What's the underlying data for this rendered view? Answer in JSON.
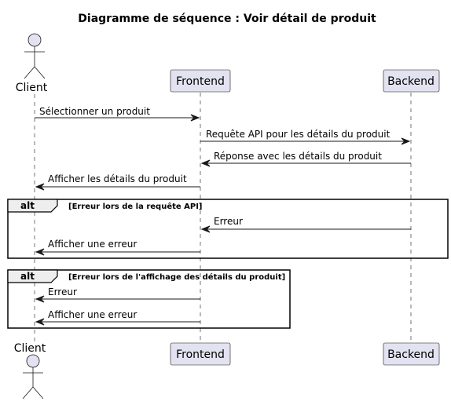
{
  "title": "Diagramme de séquence : Voir détail de produit",
  "participants": {
    "client": "Client",
    "frontend": "Frontend",
    "backend": "Backend"
  },
  "messages": [
    {
      "text": "Sélectionner un produit",
      "from": "client",
      "to": "frontend"
    },
    {
      "text": "Requête API pour les détails du produit",
      "from": "frontend",
      "to": "backend"
    },
    {
      "text": "Réponse avec les détails du produit",
      "from": "backend",
      "to": "frontend"
    },
    {
      "text": "Afficher les détails du produit",
      "from": "frontend",
      "to": "client"
    },
    {
      "text": "Erreur",
      "from": "backend",
      "to": "frontend"
    },
    {
      "text": "Afficher une erreur",
      "from": "frontend",
      "to": "client"
    },
    {
      "text": "Erreur",
      "from": "frontend",
      "to": "client"
    },
    {
      "text": "Afficher une erreur",
      "from": "frontend",
      "to": "client"
    }
  ],
  "fragments": [
    {
      "keyword": "alt",
      "guard": "[Erreur lors de la requête API]"
    },
    {
      "keyword": "alt",
      "guard": "[Erreur lors de l'affichage des détails du produit]"
    }
  ],
  "colors": {
    "participant_fill": "#E2E2F0",
    "line": "#181818",
    "fragment_tab": "#EEEEEE"
  }
}
